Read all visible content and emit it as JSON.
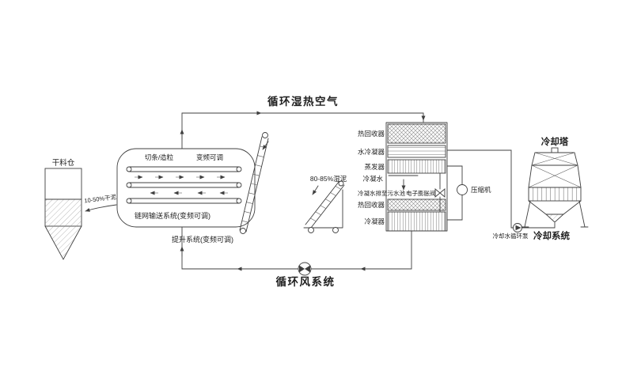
{
  "ducts": {
    "top_label": "循环湿热空气",
    "bottom_label": "循环风系统"
  },
  "feed": {
    "dry_silo": "干料仓",
    "dry_mud": "10-50%干泥",
    "wet_mud": "80-85%湿泥"
  },
  "dryer": {
    "cutting": "切条/造粒",
    "vfd": "变频可调",
    "chain_system": "链网输送系统(变频可调)",
    "lift_system": "提升系统(变频可调)"
  },
  "heat_pump": {
    "heat_recovery_top": "热回收器",
    "water_condenser": "水冷凝器",
    "evaporator": "蒸发器",
    "condensate": "冷凝水",
    "condensate_drain": "冷凝水排至污水池",
    "expansion_valve": "电子膨胀阀",
    "compressor": "压缩机",
    "heat_recovery_bottom": "热回收器",
    "condenser": "冷凝器"
  },
  "cooling": {
    "tower": "冷却塔",
    "pump": "冷却水循环泵",
    "system": "冷却系统"
  },
  "colors": {
    "line": "#3f3f3f",
    "text": "#1f1f1f",
    "background": "#ffffff"
  }
}
